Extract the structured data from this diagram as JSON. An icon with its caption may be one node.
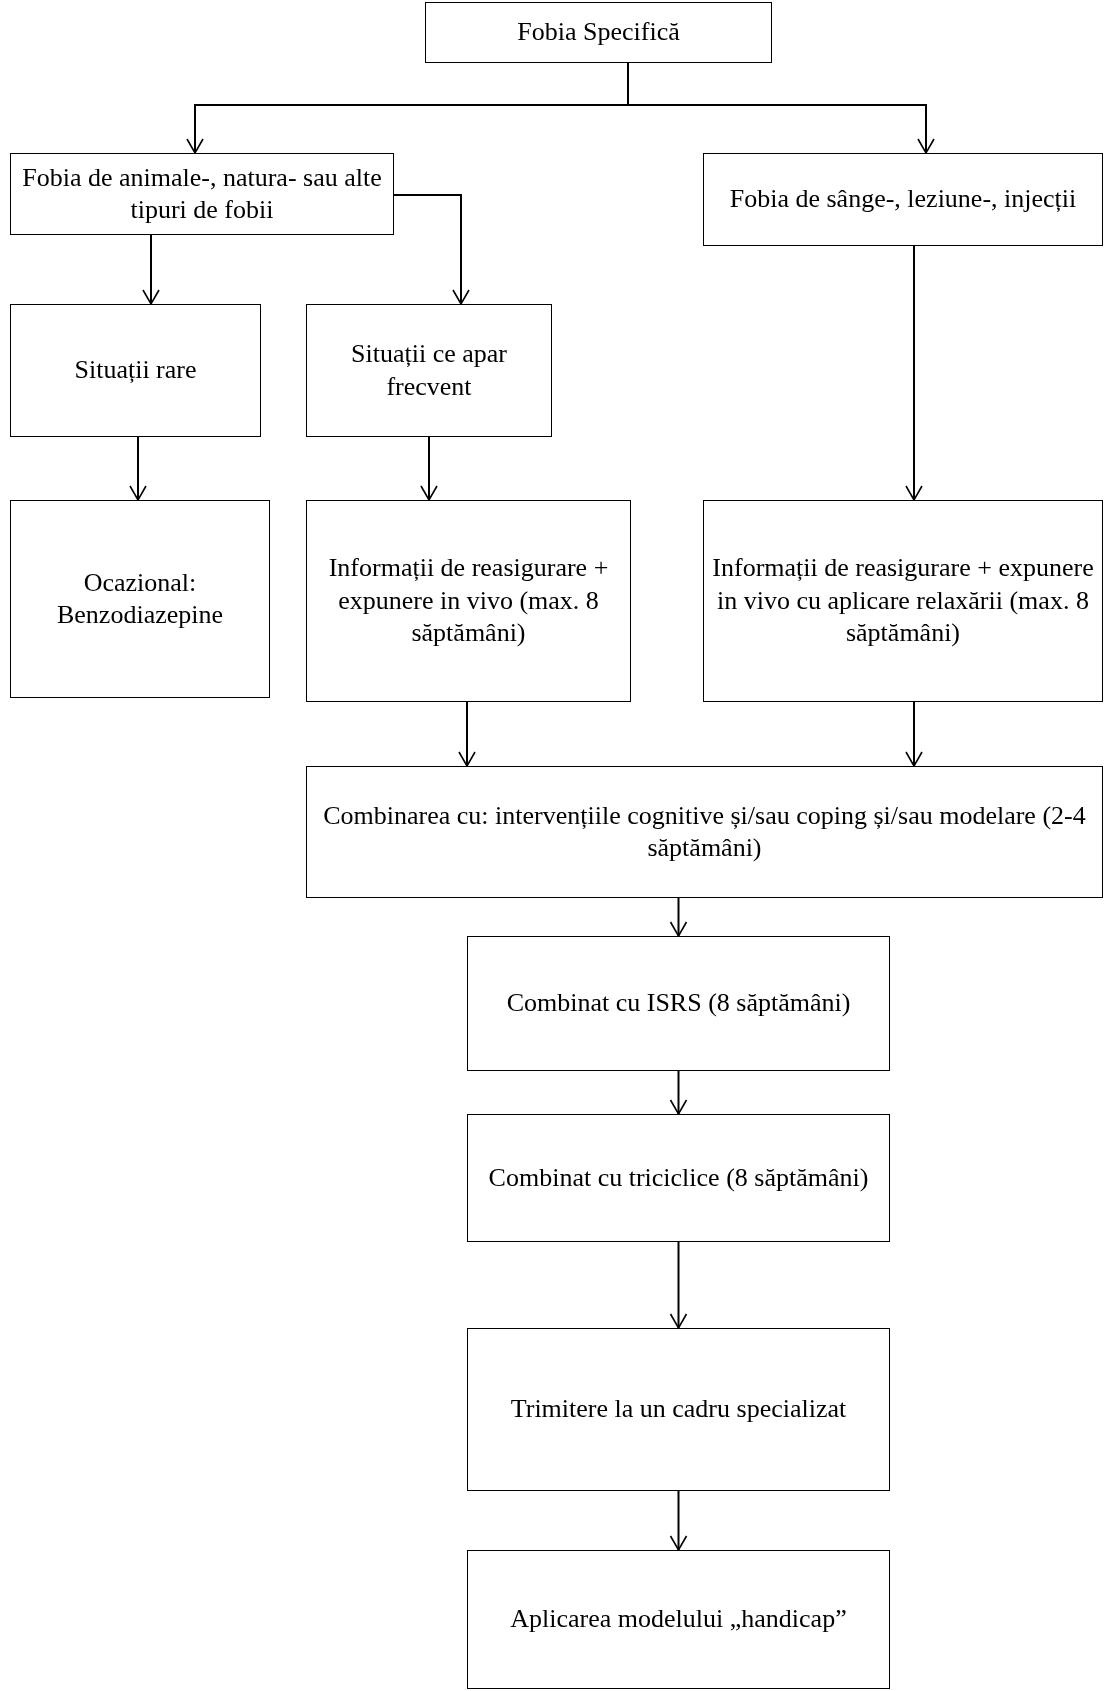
{
  "diagram": {
    "nodes": [
      {
        "text": [
          "Fobia Specifică"
        ]
      },
      {
        "text": [
          "Fobia de animale-, natura- sau alte tipuri de fobii"
        ]
      },
      {
        "text": [
          "Fobia de sânge-, leziune-, injecții"
        ]
      },
      {
        "text": [
          "Situații rare"
        ]
      },
      {
        "text": [
          "Situații ce apar frecvent"
        ]
      },
      {
        "text": [
          "Ocazional: Benzodiazepine"
        ]
      },
      {
        "text": [
          "Informații de reasigurare + expunere in vivo (max. 8 săptămâni)"
        ]
      },
      {
        "text": [
          "Informații de reasigurare + expunere in vivo cu aplicare relaxării (max. 8 săptămâni)"
        ]
      },
      {
        "text": [
          "Combinarea cu: intervențiile cognitive și/sau coping și/sau modelare (2-4 săptămâni)"
        ]
      },
      {
        "text": [
          "Combinat cu ISRS (8 săptămâni)"
        ]
      },
      {
        "text": [
          "Combinat cu triciclice (8 săptămâni)"
        ]
      },
      {
        "text": [
          "Trimitere la un cadru specializat"
        ]
      },
      {
        "text": [
          "Aplicarea modelului „handicap”"
        ]
      }
    ],
    "edges": [
      {
        "from": 0,
        "to": 1,
        "arrow": "to"
      },
      {
        "from": 0,
        "to": 2,
        "arrow": "to"
      },
      {
        "from": 1,
        "to": 3,
        "arrow": "to"
      },
      {
        "from": 1,
        "to": 4,
        "arrow": "to"
      },
      {
        "from": 2,
        "to": 7,
        "arrow": "to"
      },
      {
        "from": 3,
        "to": 5,
        "arrow": "to"
      },
      {
        "from": 4,
        "to": 6,
        "arrow": "to"
      },
      {
        "from": 6,
        "to": 8,
        "arrow": "to"
      },
      {
        "from": 7,
        "to": 8,
        "arrow": "to"
      },
      {
        "from": 8,
        "to": 9,
        "arrow": "to"
      },
      {
        "from": 9,
        "to": 10,
        "arrow": "to"
      },
      {
        "from": 10,
        "to": 11,
        "arrow": "to"
      },
      {
        "from": 11,
        "to": 12,
        "arrow": "to"
      }
    ]
  }
}
